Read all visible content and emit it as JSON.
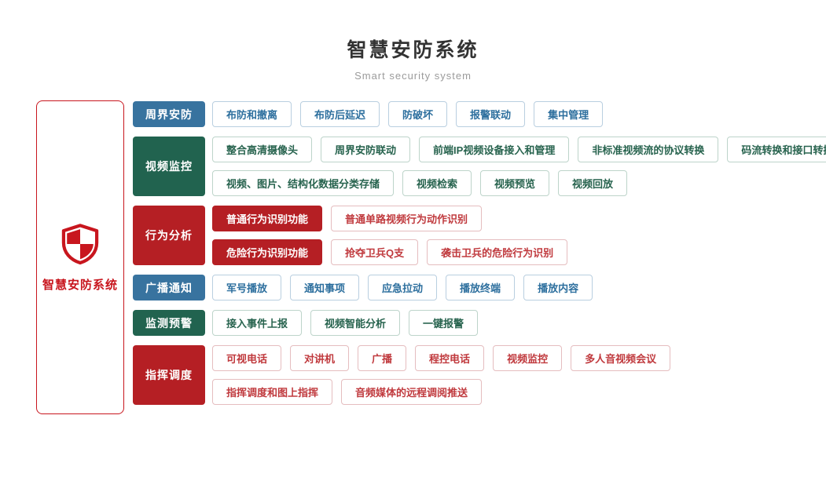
{
  "header": {
    "title": "智慧安防系统",
    "subtitle": "Smart security system"
  },
  "root_panel": {
    "label": "智慧安防系统",
    "icon": "shield-icon"
  },
  "colors": {
    "blue": "#38739f",
    "green": "#21634f",
    "red": "#b51f24",
    "root_red": "#c8161e",
    "title_text": "#333333",
    "subtitle_text": "#9b9b9b"
  },
  "categories": [
    {
      "label": "周界安防",
      "theme": "blue",
      "lines": [
        [
          {
            "label": "布防和撤离"
          },
          {
            "label": "布防后延迟"
          },
          {
            "label": "防破坏"
          },
          {
            "label": "报警联动"
          },
          {
            "label": "集中管理"
          }
        ]
      ]
    },
    {
      "label": "视频监控",
      "theme": "green",
      "lines": [
        [
          {
            "label": "整合高清摄像头"
          },
          {
            "label": "周界安防联动"
          },
          {
            "label": "前端IP视频设备接入和管理"
          },
          {
            "label": "非标准视频流的协议转换"
          },
          {
            "label": "码流转换和接口转换"
          }
        ],
        [
          {
            "label": "视频、图片、结构化数据分类存储"
          },
          {
            "label": "视频检索"
          },
          {
            "label": "视频预览"
          },
          {
            "label": "视频回放"
          }
        ]
      ]
    },
    {
      "label": "行为分析",
      "theme": "red",
      "lines": [
        [
          {
            "label": "普通行为识别功能",
            "variant": "filled"
          },
          {
            "label": "普通单路视频行为动作识别"
          }
        ],
        [
          {
            "label": "危险行为识别功能",
            "variant": "filled"
          },
          {
            "label": "抢夺卫兵Q支"
          },
          {
            "label": "袭击卫兵的危险行为识别"
          }
        ]
      ]
    },
    {
      "label": "广播通知",
      "theme": "blue",
      "lines": [
        [
          {
            "label": "军号播放"
          },
          {
            "label": "通知事项"
          },
          {
            "label": "应急拉动"
          },
          {
            "label": "播放终端"
          },
          {
            "label": "播放内容"
          }
        ]
      ]
    },
    {
      "label": "监测预警",
      "theme": "green",
      "lines": [
        [
          {
            "label": "接入事件上报"
          },
          {
            "label": "视频智能分析"
          },
          {
            "label": "一键报警"
          }
        ]
      ]
    },
    {
      "label": "指挥调度",
      "theme": "red",
      "lines": [
        [
          {
            "label": "可视电话"
          },
          {
            "label": "对讲机"
          },
          {
            "label": "广播"
          },
          {
            "label": "程控电话"
          },
          {
            "label": "视频监控"
          },
          {
            "label": "多人音视频会议"
          }
        ],
        [
          {
            "label": "指挥调度和图上指挥"
          },
          {
            "label": "音频媒体的远程调阅推送"
          }
        ]
      ]
    }
  ]
}
